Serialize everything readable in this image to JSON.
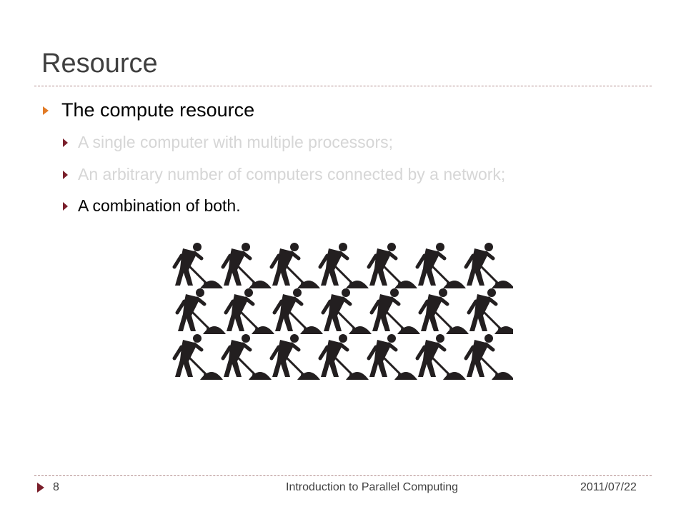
{
  "slide": {
    "title": "Resource",
    "bullets": [
      {
        "text": "The compute resource"
      },
      {
        "text": "A single computer with multiple processors;"
      },
      {
        "text": "An arbitrary number of computers connected by a network;"
      },
      {
        "text": "A combination of both."
      }
    ],
    "illustration": {
      "grid_rows": 3,
      "grid_cols": 7,
      "figure": "worker-digging-icon",
      "color": "#231f20"
    }
  },
  "footer": {
    "page_number": "8",
    "title": "Introduction to Parallel Computing",
    "date": "2011/07/22"
  },
  "colors": {
    "accent_orange": "#e17a25",
    "accent_maroon": "#7a1f2b",
    "dimmed_text": "#d6d6d6"
  }
}
